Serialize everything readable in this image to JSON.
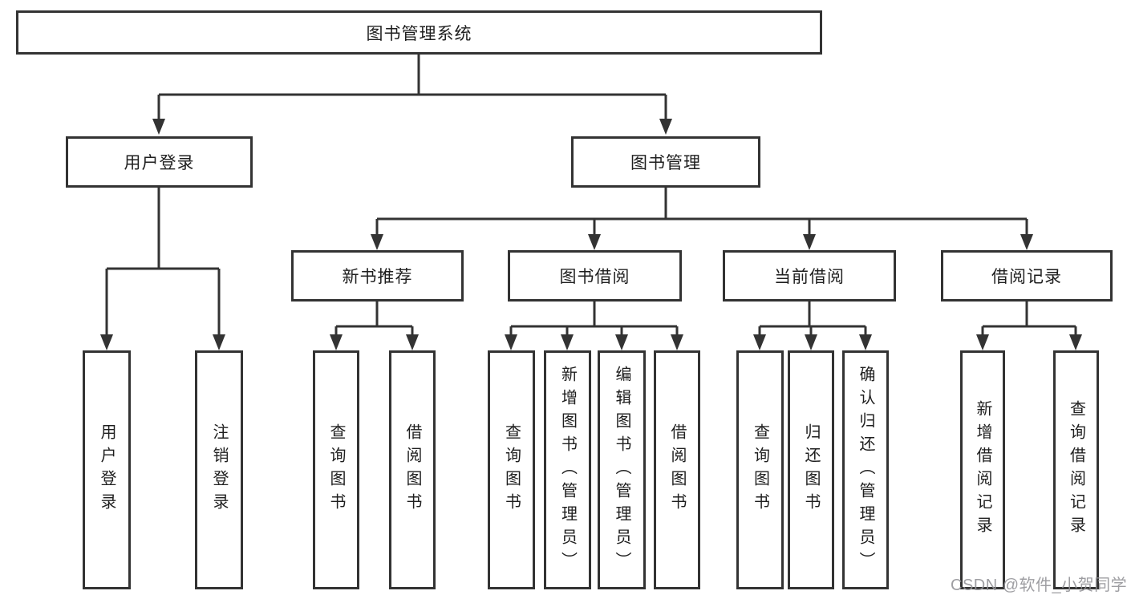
{
  "tree": {
    "label": "图书管理系统",
    "children": [
      {
        "label": "用户登录",
        "children": [
          {
            "label": "用户登录"
          },
          {
            "label": "注销登录"
          }
        ]
      },
      {
        "label": "图书管理",
        "children": [
          {
            "label": "新书推荐",
            "children": [
              {
                "label": "查询图书"
              },
              {
                "label": "借阅图书"
              }
            ]
          },
          {
            "label": "图书借阅",
            "children": [
              {
                "label": "查询图书"
              },
              {
                "label": "新增图书（管理员）"
              },
              {
                "label": "编辑图书（管理员）"
              },
              {
                "label": "借阅图书"
              }
            ]
          },
          {
            "label": "当前借阅",
            "children": [
              {
                "label": "查询图书"
              },
              {
                "label": "归还图书"
              },
              {
                "label": "确认归还（管理员）"
              }
            ]
          },
          {
            "label": "借阅记录",
            "children": [
              {
                "label": "新增借阅记录"
              },
              {
                "label": "查询借阅记录"
              }
            ]
          }
        ]
      }
    ]
  },
  "watermark": {
    "text": "CSDN @软件_小贺同学"
  },
  "colors": {
    "line": "#333333",
    "text": "#1f1f1f",
    "watermark": "#949498",
    "background": "#ffffff"
  }
}
